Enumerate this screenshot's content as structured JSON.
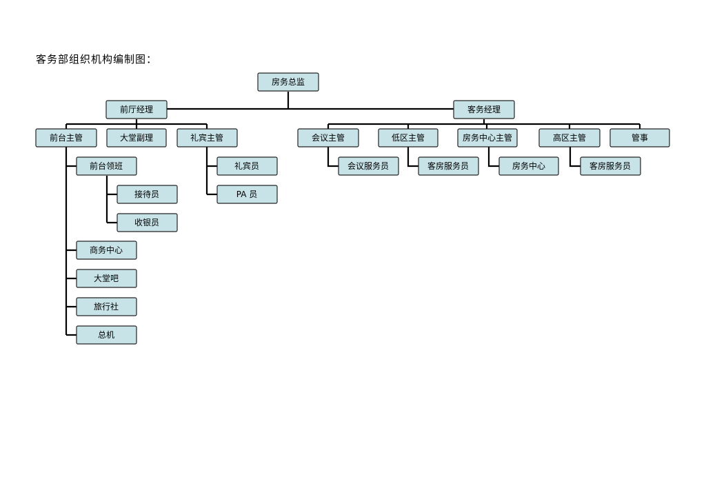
{
  "title": "客务部组织机构编制图：",
  "nodes": {
    "director": "房务总监",
    "front_office_manager": "前厅经理",
    "housekeeping_manager": "客务经理",
    "front_desk_supervisor": "前台主管",
    "assistant_manager": "大堂副理",
    "concierge_supervisor": "礼宾主管",
    "front_desk_leader": "前台领班",
    "receptionist": "接待员",
    "cashier": "收银员",
    "business_center": "商务中心",
    "lobby_bar": "大堂吧",
    "travel_agency": "旅行社",
    "switchboard": "总机",
    "bellman": "礼宾员",
    "pa_staff": "PA 员",
    "conference_supervisor": "会议主管",
    "low_zone_supervisor": "低区主管",
    "housekeeping_center_supervisor": "房务中心主管",
    "high_zone_supervisor": "高区主管",
    "steward": "管事",
    "conference_attendant": "会议服务员",
    "room_attendant_low": "客房服务员",
    "housekeeping_center": "房务中心",
    "room_attendant_high": "客房服务员"
  }
}
